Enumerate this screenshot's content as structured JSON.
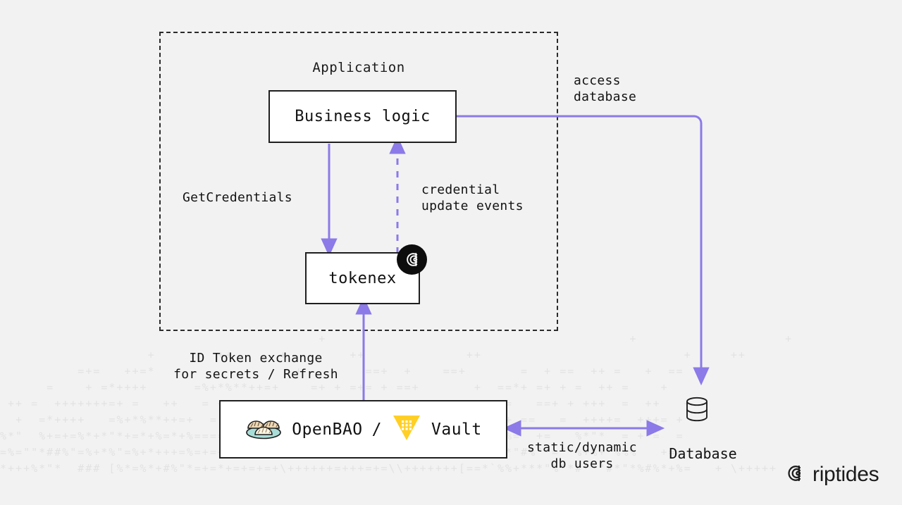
{
  "diagram": {
    "background_color": "#f2f2f2",
    "accent_color": "#8b7ae8",
    "boundary": {
      "label": "Application"
    },
    "nodes": {
      "business_logic": {
        "label": "Business logic"
      },
      "tokenex": {
        "label": "tokenex",
        "badge_icon": "riptides-mark-icon"
      },
      "openbao_vault": {
        "openbao_label": "OpenBAO",
        "separator": "/",
        "vault_label": "Vault",
        "openbao_icon": "bao-buns-icon",
        "vault_icon": "vault-triangle-icon"
      },
      "database": {
        "label": "Database",
        "icon": "database-cylinder-icon"
      }
    },
    "edges": {
      "get_credentials": "GetCredentials",
      "credential_update_events": "credential\nupdate events",
      "access_database": "access\ndatabase",
      "id_token_exchange": "ID Token exchange\nfor secrets / Refresh",
      "static_dynamic_db_users": "static/dynamic\ndb users"
    },
    "footer": {
      "brand": "riptides",
      "brand_icon": "riptides-mark-icon"
    },
    "texture": {
      "rows": [
        "                                         +                                       +                   +",
        "                   +        ++      +        ++             ++                          +     ++",
        "          =+=   ++=*                  +        ==+  +    ==+       =  + ==  ++ =   +  ==",
        "      =    + =*++++      =%+*%**++=+    =+ + =+= + ==+       +  ==*+ =+ + =  ++ =    +",
        " ++ =  +++++++=+ =   ++   = + +  = +   + ==  =  + ++  =   =      =   ==+ + +++  =  ++   +",
        "  +  =*++++   =%+*%**++=+  =  %   +  == +  +==  ==+ +  =  +=  +  + ==   =  ++++=  +++= +",
        "%*\"  %+=+=%*+*\"*+=*+%=*+%====  ==+  ==  == ++=  +  =+ =%*  ** =++%=  +=   %*\"*  = +*=  =",
        "=%=\"\"*##%\"=%+*%\"=%+*+++=%=+=+%+=[=+=    =%+ = +=+++=[+++++++++%*\"*\"#%\"*=\"*%+%+ %%%   +==",
        "*+++%*\"*  ### [%*=%*+#%\"*=+=*+=+=+=+\\++++++=+++=+=\\\\+++++++[==*`%%+***\"%\"*#\"\"\"#*\"*%#%*+%=   + \\+++++"
      ]
    }
  }
}
